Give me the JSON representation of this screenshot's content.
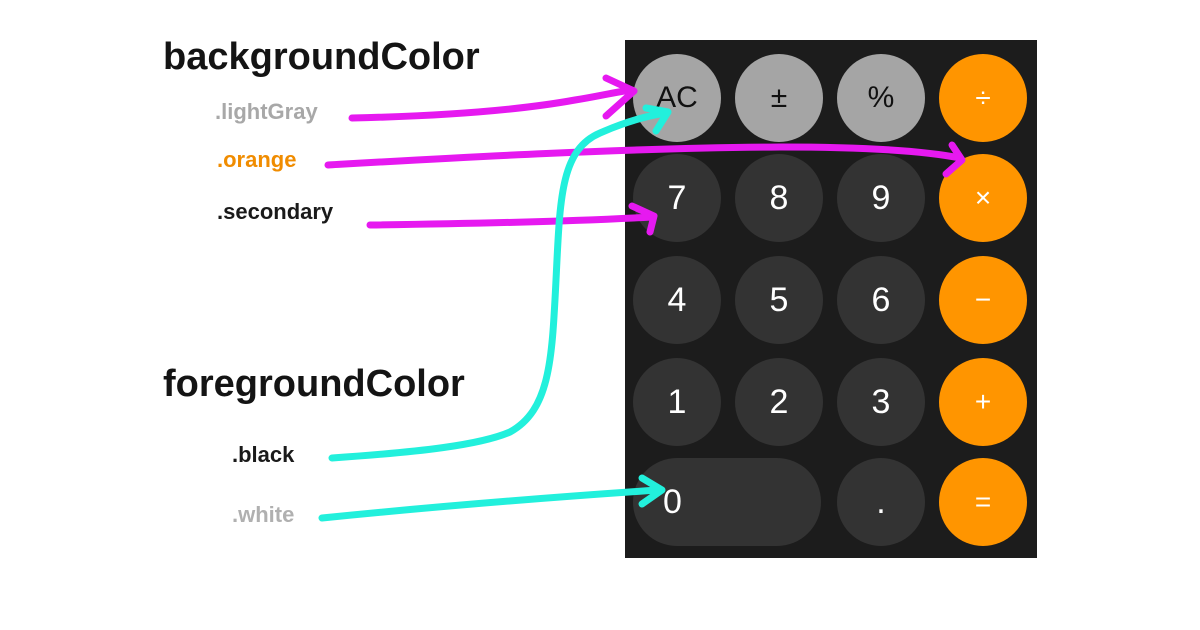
{
  "headings": {
    "background": "backgroundColor",
    "foreground": "foregroundColor"
  },
  "background_labels": [
    {
      "text": ".lightGray",
      "color": "#a8a8a8"
    },
    {
      "text": ".orange",
      "color": "#f08c00"
    },
    {
      "text": ".secondary",
      "color": "#1a1a1a"
    }
  ],
  "foreground_labels": [
    {
      "text": ".black",
      "color": "#1a1a1a"
    },
    {
      "text": ".white",
      "color": "#b0b0b0"
    }
  ],
  "arrow_colors": {
    "background": "#e619f0",
    "foreground": "#22f0dc"
  },
  "calculator": {
    "rows": [
      [
        {
          "label": "AC",
          "style": "lightGray"
        },
        {
          "label": "±",
          "style": "lightGray"
        },
        {
          "label": "%",
          "style": "lightGray"
        },
        {
          "label": "÷",
          "style": "orange"
        }
      ],
      [
        {
          "label": "7",
          "style": "secondary"
        },
        {
          "label": "8",
          "style": "secondary"
        },
        {
          "label": "9",
          "style": "secondary"
        },
        {
          "label": "×",
          "style": "orange"
        }
      ],
      [
        {
          "label": "4",
          "style": "secondary"
        },
        {
          "label": "5",
          "style": "secondary"
        },
        {
          "label": "6",
          "style": "secondary"
        },
        {
          "label": "−",
          "style": "orange"
        }
      ],
      [
        {
          "label": "1",
          "style": "secondary"
        },
        {
          "label": "2",
          "style": "secondary"
        },
        {
          "label": "3",
          "style": "secondary"
        },
        {
          "label": "+",
          "style": "orange"
        }
      ],
      [
        {
          "label": "0",
          "style": "secondary"
        },
        {
          "label": ".",
          "style": "secondary"
        },
        {
          "label": "=",
          "style": "orange"
        }
      ]
    ],
    "colors": {
      "lightGray": "#a5a5a5",
      "secondary": "#333333",
      "orange": "#ff9500",
      "panel": "#1c1c1c"
    }
  }
}
